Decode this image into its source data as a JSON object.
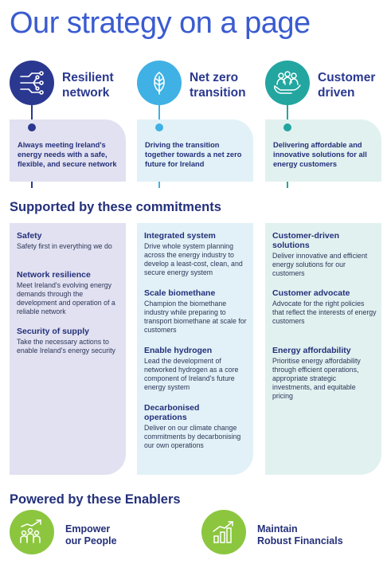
{
  "title": "Our strategy on a page",
  "colors": {
    "navy": "#2a3890",
    "light_blue": "#3fb1e5",
    "teal": "#23a6a0",
    "lime": "#8cc63f",
    "heading_blue": "#3a5bd0"
  },
  "pillars": [
    {
      "icon": "circuit-icon",
      "title": "Resilient\nnetwork",
      "text": "Always meeting Ireland's energy needs with a safe, flexible, and secure network"
    },
    {
      "icon": "leaf-icon",
      "title": "Net zero\ntransition",
      "text": "Driving the transition together towards a net zero future for Ireland"
    },
    {
      "icon": "people-in-hand-icon",
      "title": "Customer\ndriven",
      "text": "Delivering affordable and innovative solutions for all energy customers"
    }
  ],
  "commitments": {
    "title": "Supported by these commitments",
    "columns": [
      [
        {
          "heading": "Safety",
          "body": "Safety first in everything we do"
        },
        {
          "heading": "Network resilience",
          "body": "Meet Ireland's evolving energy demands through the development and operation of a reliable network"
        },
        {
          "heading": "Security of supply",
          "body": "Take the necessary actions to enable Ireland's energy security"
        }
      ],
      [
        {
          "heading": "Integrated system",
          "body": "Drive whole system planning across the energy industry to develop a least-cost, clean, and secure energy system"
        },
        {
          "heading": "Scale biomethane",
          "body": "Champion the biomethane industry while preparing to transport biomethane at scale for customers"
        },
        {
          "heading": "Enable hydrogen",
          "body": "Lead the development of networked hydrogen as a core component of Ireland's future energy system"
        },
        {
          "heading": "Decarbonised operations",
          "body": "Deliver on our climate change commitments by decarbonising our own operations"
        }
      ],
      [
        {
          "heading": "Customer-driven solutions",
          "body": "Deliver innovative and efficient energy solutions for our customers"
        },
        {
          "heading": "Customer advocate",
          "body": "Advocate for the right policies that reflect the interests of energy customers"
        },
        {
          "heading": "Energy affordability",
          "body": "Prioritise energy affordability through efficient operations, appropriate strategic investments, and equitable pricing"
        }
      ]
    ]
  },
  "enablers": {
    "title": "Powered by these Enablers",
    "items": [
      {
        "icon": "people-growth-icon",
        "title": "Empower\nour People"
      },
      {
        "icon": "financial-growth-icon",
        "title": "Maintain\nRobust Financials"
      }
    ]
  }
}
